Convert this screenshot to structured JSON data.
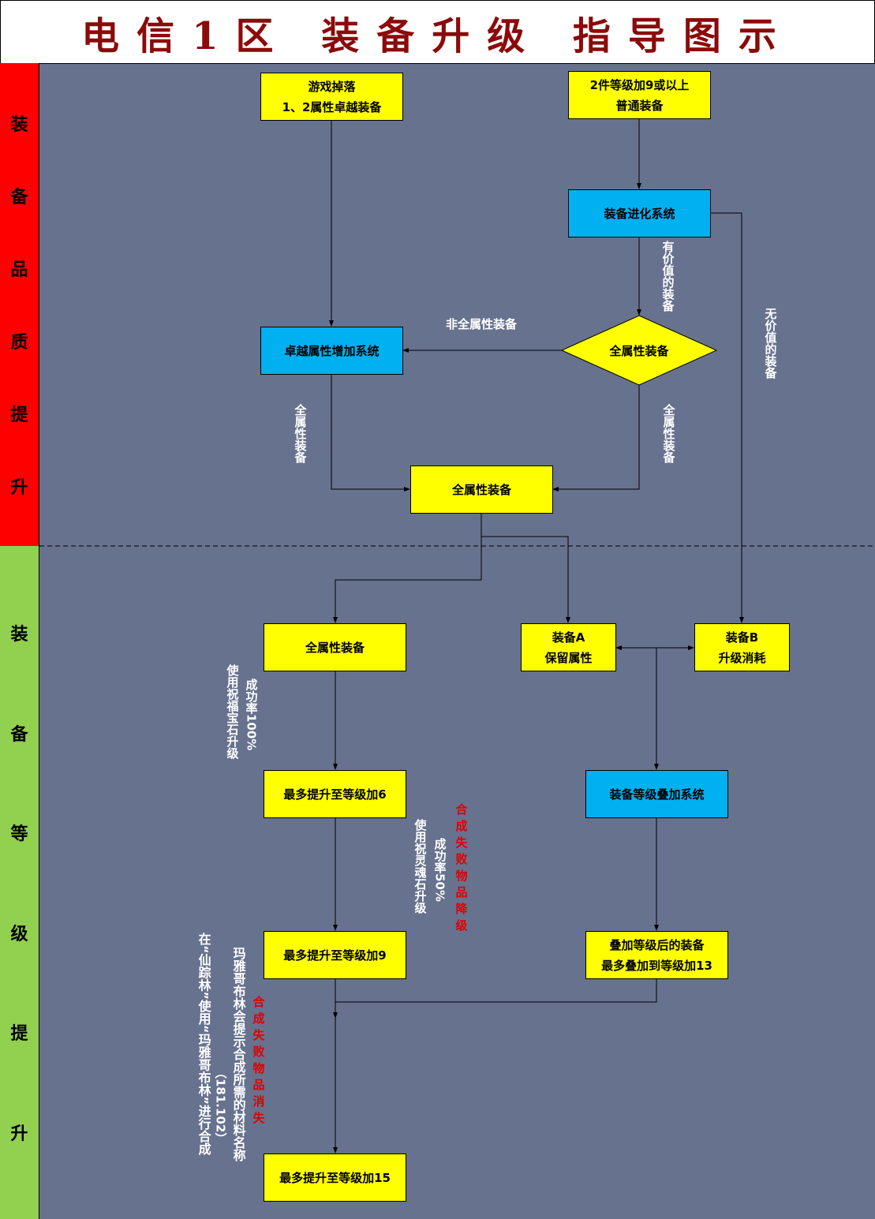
{
  "title": "电信1区 装备升级 指导图示",
  "side": {
    "top": [
      "装",
      "备",
      "品",
      "质",
      "提",
      "升"
    ],
    "bottom": [
      "装",
      "备",
      "等",
      "级",
      "提",
      "升"
    ]
  },
  "boxes": {
    "drop": [
      "游戏掉落",
      "1、2属性卓越装备"
    ],
    "normal": [
      "2件等级加9或以上",
      "普通装备"
    ],
    "evolve": "装备进化系统",
    "diamond": "全属性装备",
    "excellent": "卓越属性增加系统",
    "full1": "全属性装备",
    "full2": "全属性装备",
    "a": [
      "装备A",
      "保留属性"
    ],
    "b": [
      "装备B",
      "升级消耗"
    ],
    "lv6": "最多提升至等级加6",
    "stack": "装备等级叠加系统",
    "lv9": "最多提升至等级加9",
    "stacked": [
      "叠加等级后的装备",
      "最多叠加到等级加13"
    ],
    "lv15": "最多提升至等级加15"
  },
  "labels": {
    "non_full": "非全属性装备",
    "valuable": "有价值的装备",
    "worthless": "无价值的装备",
    "full_left": "全属性装备",
    "full_right": "全属性装备",
    "rate100": "成功率100%",
    "bless": "使用祝福宝石升级",
    "soul": "使用祝灵魂石升级",
    "rate50": "成功率50%",
    "fail_down": "合成失败物品降级",
    "xianzong": "在“仙踪林”使用“玛雅哥布林”进行合成",
    "coords": "（181.102）",
    "maya_hint": "玛雅哥布林会提示合成所需的材料名称",
    "fail_lost": "合成失败物品消失"
  }
}
